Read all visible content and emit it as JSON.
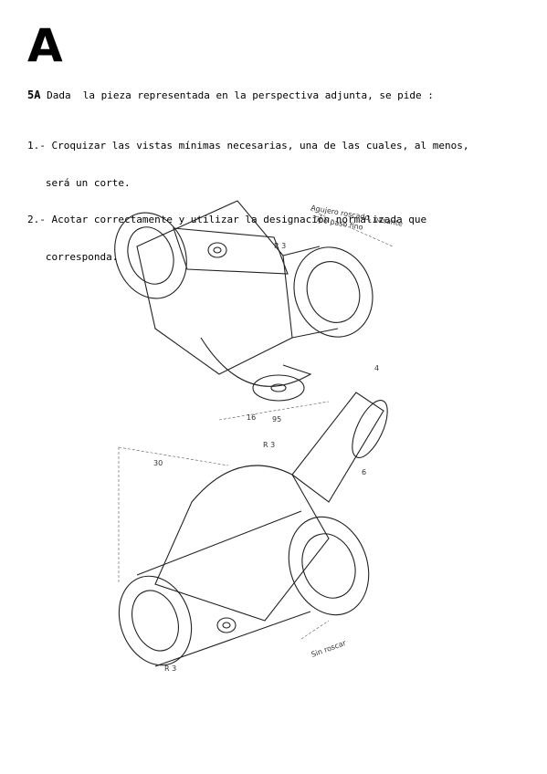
{
  "header": {
    "letter": "A"
  },
  "statement": {
    "tag": "5A",
    "text": " Dada  la pieza representada en la perspectiva adjunta, se pide :"
  },
  "tasks": [
    {
      "line1": "1.- Croquizar las vistas mínimas necesarias, una de las cuales, al menos,",
      "line2": "   será un corte."
    },
    {
      "line1": "2.- Acotar correctamente y utilizar la designación normalizada que",
      "line2": "   corresponda."
    }
  ],
  "figure": {
    "annotations": {
      "note_top_1": "Agujero roscado, pasante",
      "note_top_2": "Tipo paso fino",
      "dim_r3_top": "R 3",
      "dim_16": "16",
      "dim_95": "95",
      "dim_r3_mid": "R 3",
      "dim_4": "4",
      "dim_6": "6",
      "dim_30": "30",
      "dim_r3_bottom": "R 3",
      "note_bottom": "Sin roscar"
    }
  }
}
